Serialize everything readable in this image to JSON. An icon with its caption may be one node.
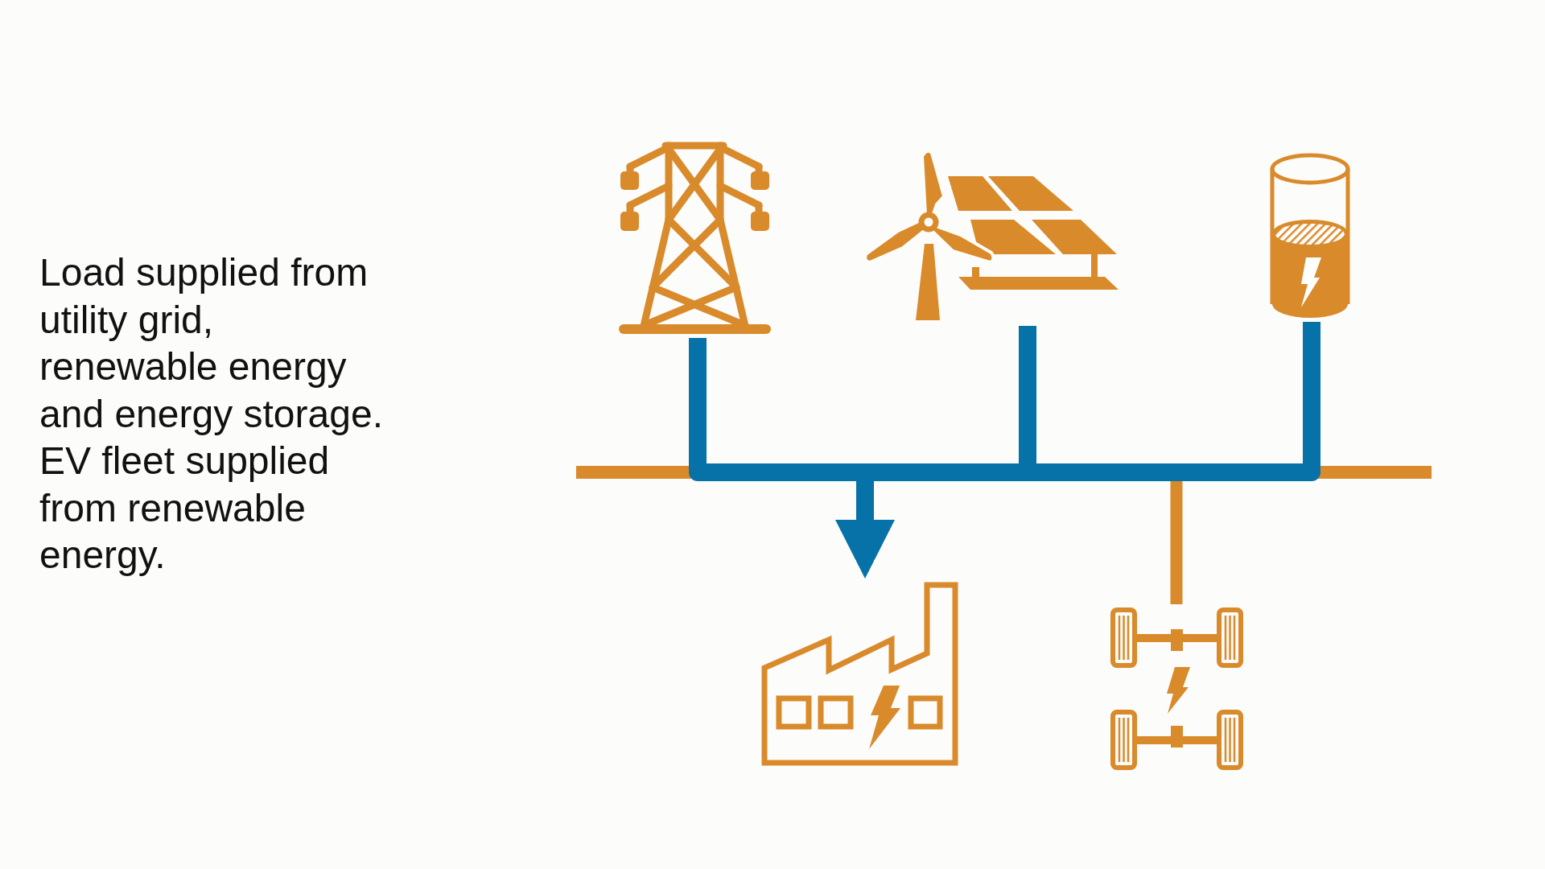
{
  "diagram": {
    "nodes": [
      {
        "text": [],
        "shape": "picture"
      },
      {
        "text": [],
        "shape": "picture"
      },
      {
        "text": [],
        "shape": "picture"
      },
      {
        "text": [],
        "shape": "bar"
      },
      {
        "text": [],
        "shape": "picture"
      },
      {
        "text": [],
        "shape": "picture"
      }
    ],
    "edges": [
      {
        "from": 0,
        "to": 3,
        "arrow": "none"
      },
      {
        "from": 1,
        "to": 3,
        "arrow": "none"
      },
      {
        "from": 2,
        "to": 3,
        "arrow": "none"
      },
      {
        "from": 3,
        "to": 4,
        "arrow": "to"
      },
      {
        "from": 3,
        "to": 5,
        "arrow": "none",
        "color": "#d98a2b"
      }
    ],
    "labels": [
      "Load supplied from utility grid, renewable energy and energy storage. EV fleet supplied from renewable energy."
    ]
  }
}
